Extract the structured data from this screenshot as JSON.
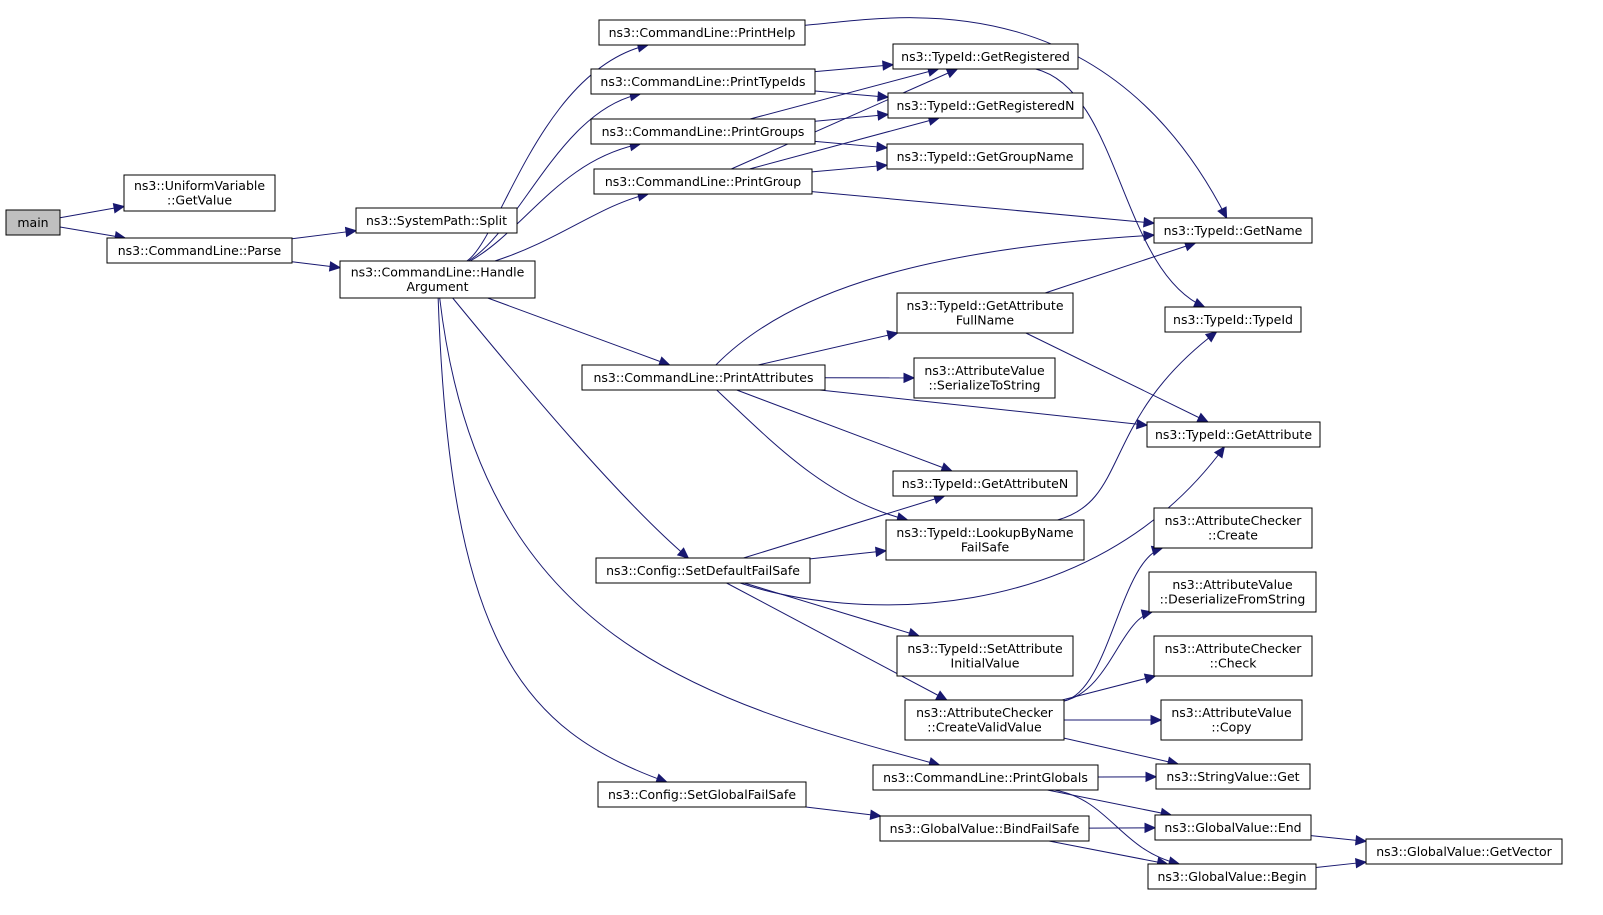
{
  "diagram": {
    "nodes": [
      {
        "id": "main",
        "lines": [
          "main"
        ],
        "root": true
      },
      {
        "id": "uv_getvalue",
        "lines": [
          "ns3::UniformVariable",
          "::GetValue"
        ]
      },
      {
        "id": "cl_parse",
        "lines": [
          "ns3::CommandLine::Parse"
        ]
      },
      {
        "id": "sp_split",
        "lines": [
          "ns3::SystemPath::Split"
        ]
      },
      {
        "id": "cl_handle",
        "lines": [
          "ns3::CommandLine::Handle",
          "Argument"
        ]
      },
      {
        "id": "cl_printhelp",
        "lines": [
          "ns3::CommandLine::PrintHelp"
        ]
      },
      {
        "id": "cl_printtypeids",
        "lines": [
          "ns3::CommandLine::PrintTypeIds"
        ]
      },
      {
        "id": "cl_printgroups",
        "lines": [
          "ns3::CommandLine::PrintGroups"
        ]
      },
      {
        "id": "cl_printgroup",
        "lines": [
          "ns3::CommandLine::PrintGroup"
        ]
      },
      {
        "id": "cl_printattributes",
        "lines": [
          "ns3::CommandLine::PrintAttributes"
        ]
      },
      {
        "id": "cfg_setdefault",
        "lines": [
          "ns3::Config::SetDefaultFailSafe"
        ]
      },
      {
        "id": "cfg_setglobal",
        "lines": [
          "ns3::Config::SetGlobalFailSafe"
        ]
      },
      {
        "id": "cl_printglobals",
        "lines": [
          "ns3::CommandLine::PrintGlobals"
        ]
      },
      {
        "id": "gv_bindfailsafe",
        "lines": [
          "ns3::GlobalValue::BindFailSafe"
        ]
      },
      {
        "id": "tid_getregistered",
        "lines": [
          "ns3::TypeId::GetRegistered"
        ]
      },
      {
        "id": "tid_getregisteredn",
        "lines": [
          "ns3::TypeId::GetRegisteredN"
        ]
      },
      {
        "id": "tid_getgroupname",
        "lines": [
          "ns3::TypeId::GetGroupName"
        ]
      },
      {
        "id": "tid_getattrfullname",
        "lines": [
          "ns3::TypeId::GetAttribute",
          "FullName"
        ]
      },
      {
        "id": "av_serialize",
        "lines": [
          "ns3::AttributeValue",
          "::SerializeToString"
        ]
      },
      {
        "id": "tid_getattributen",
        "lines": [
          "ns3::TypeId::GetAttributeN"
        ]
      },
      {
        "id": "tid_lookupbyname",
        "lines": [
          "ns3::TypeId::LookupByName",
          "FailSafe"
        ]
      },
      {
        "id": "tid_setattrinit",
        "lines": [
          "ns3::TypeId::SetAttribute",
          "InitialValue"
        ]
      },
      {
        "id": "ac_createvalid",
        "lines": [
          "ns3::AttributeChecker",
          "::CreateValidValue"
        ]
      },
      {
        "id": "tid_getname",
        "lines": [
          "ns3::TypeId::GetName"
        ]
      },
      {
        "id": "tid_typeid",
        "lines": [
          "ns3::TypeId::TypeId"
        ]
      },
      {
        "id": "tid_getattribute",
        "lines": [
          "ns3::TypeId::GetAttribute"
        ]
      },
      {
        "id": "ac_create",
        "lines": [
          "ns3::AttributeChecker",
          "::Create"
        ]
      },
      {
        "id": "av_deserialize",
        "lines": [
          "ns3::AttributeValue",
          "::DeserializeFromString"
        ]
      },
      {
        "id": "ac_check",
        "lines": [
          "ns3::AttributeChecker",
          "::Check"
        ]
      },
      {
        "id": "av_copy",
        "lines": [
          "ns3::AttributeValue",
          "::Copy"
        ]
      },
      {
        "id": "sv_get",
        "lines": [
          "ns3::StringValue::Get"
        ]
      },
      {
        "id": "gv_end",
        "lines": [
          "ns3::GlobalValue::End"
        ]
      },
      {
        "id": "gv_begin",
        "lines": [
          "ns3::GlobalValue::Begin"
        ]
      },
      {
        "id": "gv_getvector",
        "lines": [
          "ns3::GlobalValue::GetVector"
        ]
      }
    ],
    "edges": [
      [
        "main",
        "uv_getvalue"
      ],
      [
        "main",
        "cl_parse"
      ],
      [
        "cl_parse",
        "sp_split"
      ],
      [
        "cl_parse",
        "cl_handle"
      ],
      [
        "cl_handle",
        "cl_printhelp"
      ],
      [
        "cl_handle",
        "cl_printtypeids"
      ],
      [
        "cl_handle",
        "cl_printgroups"
      ],
      [
        "cl_handle",
        "cl_printgroup"
      ],
      [
        "cl_handle",
        "cl_printattributes"
      ],
      [
        "cl_handle",
        "cfg_setdefault"
      ],
      [
        "cl_handle",
        "cl_printglobals"
      ],
      [
        "cl_handle",
        "cfg_setglobal"
      ],
      [
        "cl_printhelp",
        "tid_getname"
      ],
      [
        "cl_printtypeids",
        "tid_getregistered"
      ],
      [
        "cl_printtypeids",
        "tid_getregisteredn"
      ],
      [
        "cl_printgroups",
        "tid_getregistered"
      ],
      [
        "cl_printgroups",
        "tid_getregisteredn"
      ],
      [
        "cl_printgroups",
        "tid_getgroupname"
      ],
      [
        "cl_printgroup",
        "tid_getregistered"
      ],
      [
        "cl_printgroup",
        "tid_getregisteredn"
      ],
      [
        "cl_printgroup",
        "tid_getgroupname"
      ],
      [
        "cl_printgroup",
        "tid_getname"
      ],
      [
        "tid_getregistered",
        "tid_typeid"
      ],
      [
        "cl_printattributes",
        "tid_getname"
      ],
      [
        "cl_printattributes",
        "tid_getattrfullname"
      ],
      [
        "cl_printattributes",
        "av_serialize"
      ],
      [
        "cl_printattributes",
        "tid_getattribute"
      ],
      [
        "cl_printattributes",
        "tid_getattributen"
      ],
      [
        "cl_printattributes",
        "tid_lookupbyname"
      ],
      [
        "tid_getattrfullname",
        "tid_getname"
      ],
      [
        "tid_getattrfullname",
        "tid_getattribute"
      ],
      [
        "tid_lookupbyname",
        "tid_typeid"
      ],
      [
        "cfg_setdefault",
        "tid_getattributen"
      ],
      [
        "cfg_setdefault",
        "tid_lookupbyname"
      ],
      [
        "cfg_setdefault",
        "tid_getattribute"
      ],
      [
        "cfg_setdefault",
        "tid_setattrinit"
      ],
      [
        "cfg_setdefault",
        "ac_createvalid"
      ],
      [
        "ac_createvalid",
        "ac_create"
      ],
      [
        "ac_createvalid",
        "av_deserialize"
      ],
      [
        "ac_createvalid",
        "ac_check"
      ],
      [
        "ac_createvalid",
        "av_copy"
      ],
      [
        "ac_createvalid",
        "sv_get"
      ],
      [
        "cl_printglobals",
        "sv_get"
      ],
      [
        "cl_printglobals",
        "gv_end"
      ],
      [
        "cl_printglobals",
        "gv_begin"
      ],
      [
        "cfg_setglobal",
        "gv_bindfailsafe"
      ],
      [
        "gv_bindfailsafe",
        "gv_end"
      ],
      [
        "gv_bindfailsafe",
        "gv_begin"
      ],
      [
        "gv_end",
        "gv_getvector"
      ],
      [
        "gv_begin",
        "gv_getvector"
      ]
    ]
  }
}
